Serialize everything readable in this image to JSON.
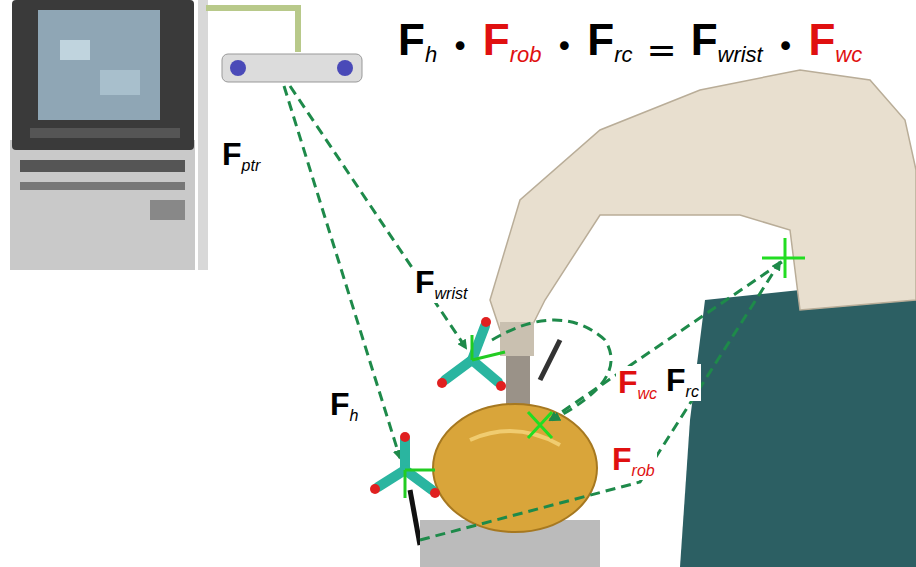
{
  "diagram": {
    "labels": [
      "Fh",
      "•",
      "Frob",
      "•",
      "Frc",
      "=",
      "Fwrist",
      "•",
      "Fwc",
      "Fptr",
      "Fwrist",
      "Fh",
      "Fwc",
      "Frc",
      "Frob"
    ]
  }
}
